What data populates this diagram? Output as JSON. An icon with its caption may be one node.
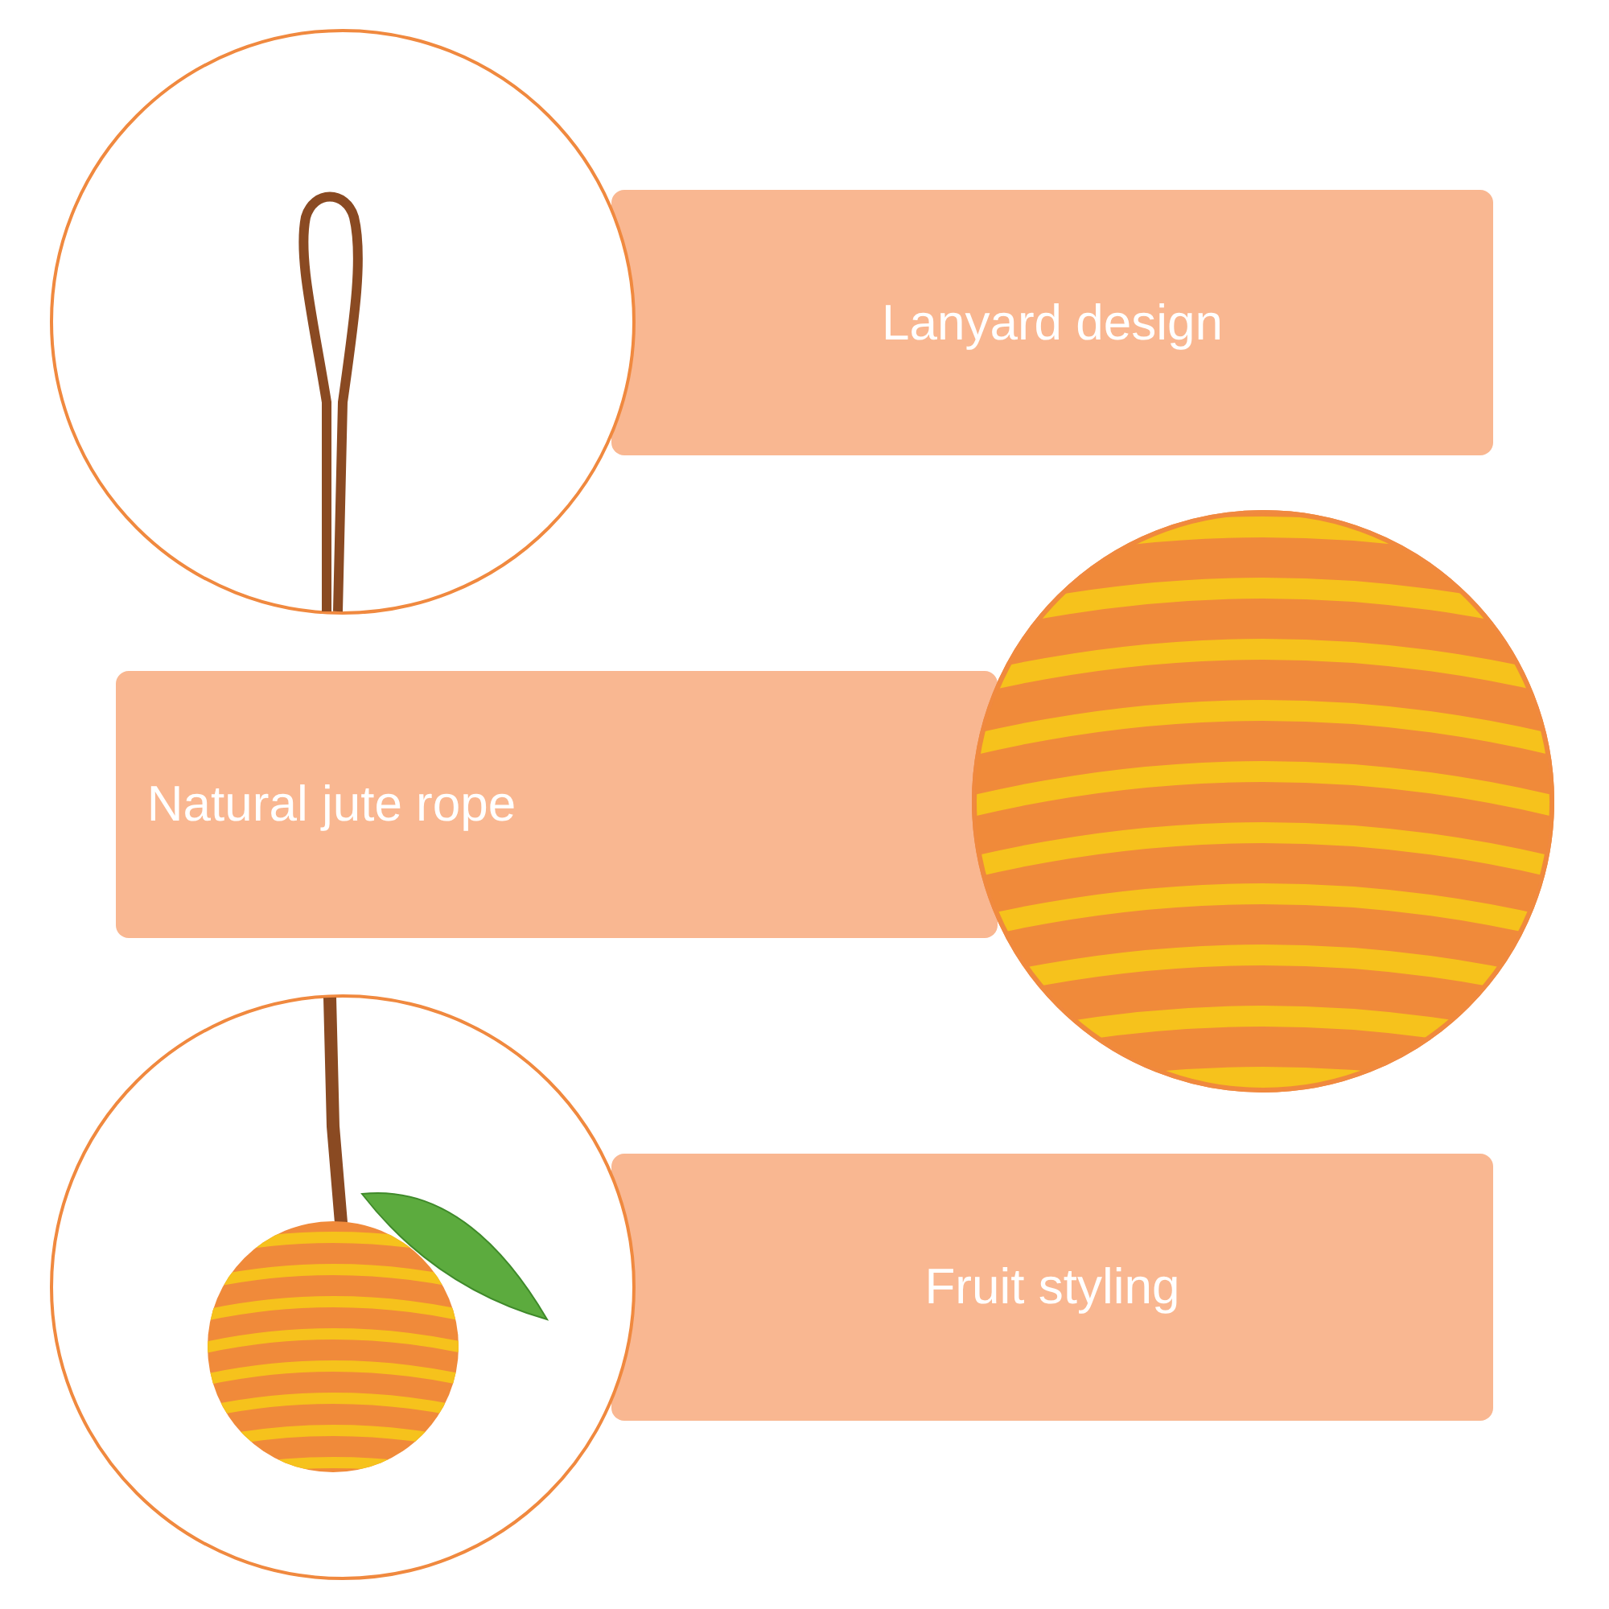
{
  "diagram": {
    "nodes": [
      {
        "text": [
          "Lanyard design"
        ]
      },
      {
        "text": [
          "Natural jute rope"
        ]
      },
      {
        "text": [
          "Fruit styling"
        ]
      }
    ]
  }
}
